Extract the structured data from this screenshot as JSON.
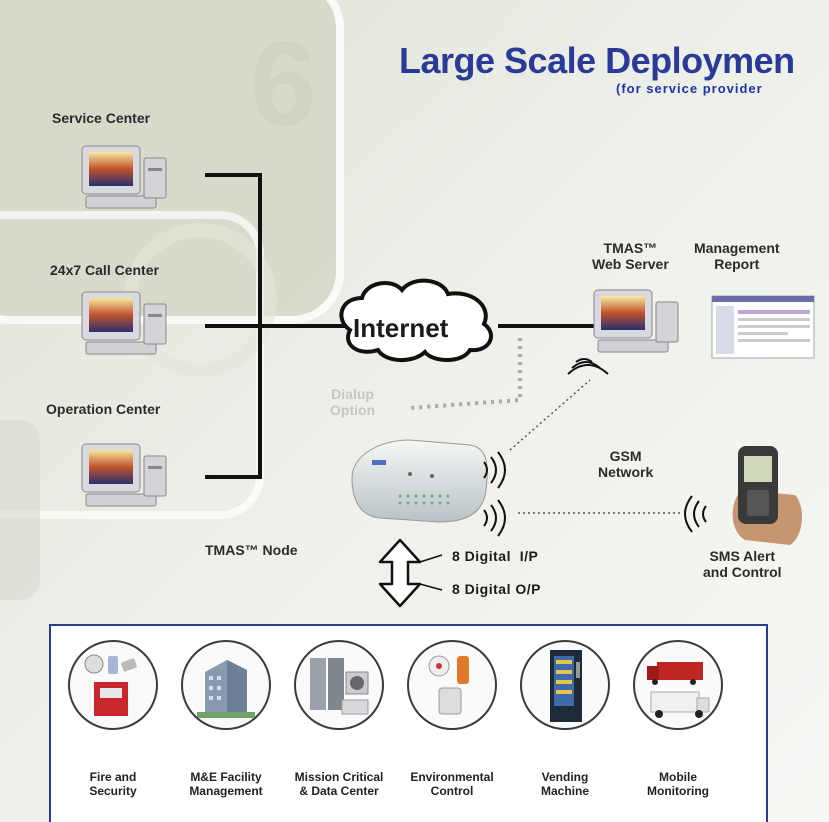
{
  "title": "Large Scale Deploymen",
  "subtitle": "(for service provider",
  "centers": {
    "service": "Service Center",
    "call": "24x7 Call Center",
    "operation": "Operation Center"
  },
  "internet": "Internet",
  "dialup": "Dialup\nOption",
  "web_server": "TMAS™\nWeb Server",
  "mgmt_report": "Management\nReport",
  "gsm": "GSM\nNetwork",
  "node": "TMAS™ Node",
  "sms": "SMS Alert\nand Control",
  "io": {
    "input": "8 Digital  I/P",
    "output": "8 Digital O/P"
  },
  "categories": [
    {
      "label": "Fire and\nSecurity",
      "icon": "fire-security-icon"
    },
    {
      "label": "M&E Facility\nManagement",
      "icon": "building-icon"
    },
    {
      "label": "Mission Critical\n& Data Center",
      "icon": "server-rack-icon"
    },
    {
      "label": "Environmental\nControl",
      "icon": "sensor-icon"
    },
    {
      "label": "Vending\nMachine",
      "icon": "vending-machine-icon"
    },
    {
      "label": "Mobile\nMonitoring",
      "icon": "truck-icon"
    }
  ],
  "colors": {
    "title": "#2a3a96",
    "panel_border": "#2c3b93"
  }
}
